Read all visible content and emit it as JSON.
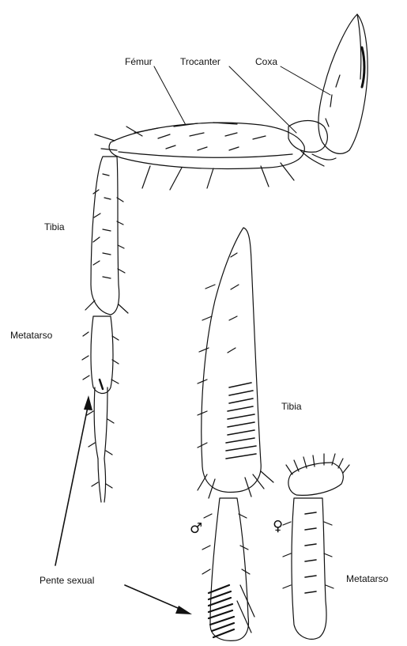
{
  "labels": {
    "femur": "Fémur",
    "trocanter": "Trocanter",
    "coxa": "Coxa",
    "tibia_1": "Tibia",
    "metatarso_1": "Metatarso",
    "tibia_2": "Tibia",
    "pente_sexual": "Pente sexual",
    "metatarso_2": "Metatarso",
    "male_symbol": "♂",
    "female_symbol": "♀"
  }
}
